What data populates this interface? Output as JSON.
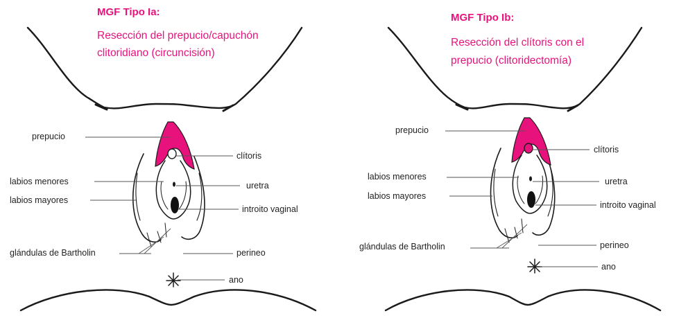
{
  "colors": {
    "accent": "#e8127c",
    "ink": "#1a1a1a",
    "label": "#222222"
  },
  "panels": [
    {
      "title": "MGF Tipo Ia:",
      "description_lines": [
        "Resección del prepucio/capuchón",
        "clitoridiano (circuncisión)"
      ],
      "labels": {
        "prepucio": "prepucio",
        "clitoris": "clítoris",
        "labios_menores": "labios menores",
        "uretra": "uretra",
        "labios_mayores": "labios mayores",
        "introito_vaginal": "introito vaginal",
        "glandulas": "glándulas de Bartholin",
        "perineo": "perineo",
        "ano": "ano"
      }
    },
    {
      "title": "MGF Tipo Ib:",
      "description_lines": [
        "Resección del clítoris con el",
        "prepucio (clitoridectomía)"
      ],
      "labels": {
        "prepucio": "prepucio",
        "clitoris": "clítoris",
        "labios_menores": "labios menores",
        "uretra": "uretra",
        "labios_mayores": "labios mayores",
        "introito_vaginal": "introito vaginal",
        "glandulas": "glándulas de Bartholin",
        "perineo": "perineo",
        "ano": "ano"
      }
    }
  ]
}
